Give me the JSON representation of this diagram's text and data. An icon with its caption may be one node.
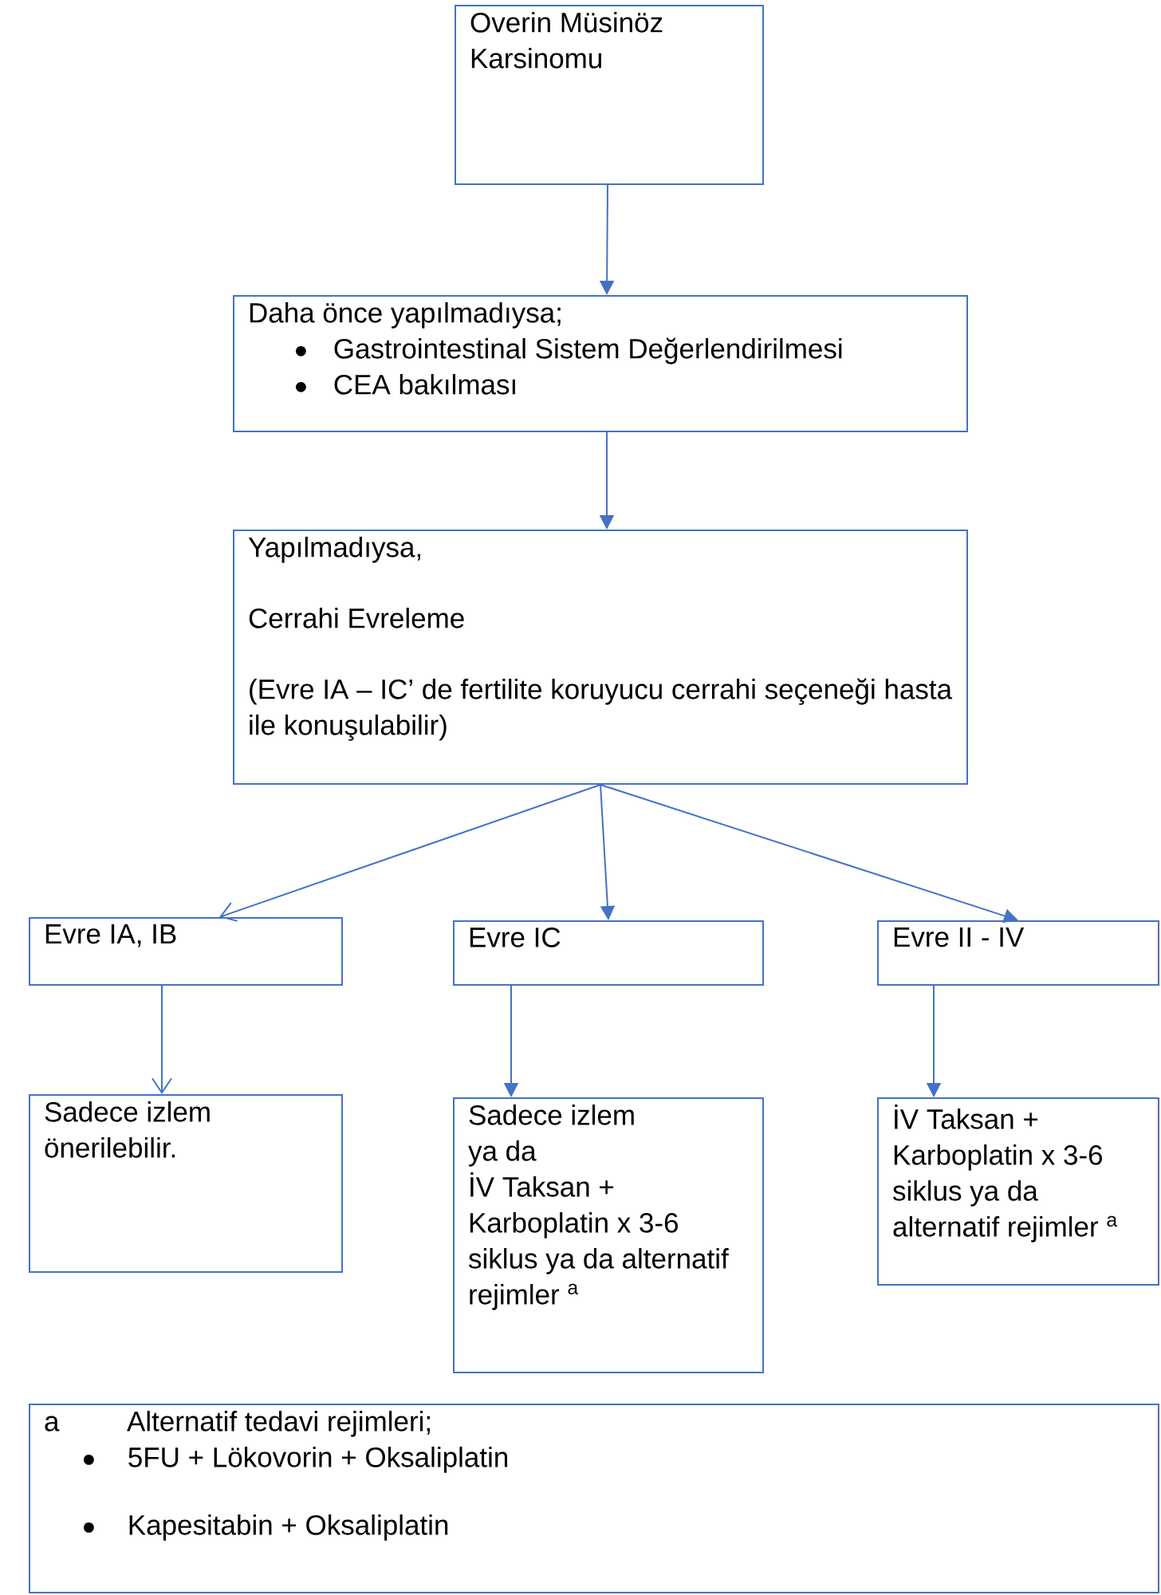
{
  "diagram": {
    "nodes": [
      {
        "text": [
          "Overin Müsinöz Karsinomu"
        ]
      },
      {
        "text": [
          "Daha önce yapılmadıysa;",
          "Gastrointestinal Sistem Değerlendirilmesi",
          "CEA bakılması"
        ]
      },
      {
        "text": [
          "Yapılmadıysa,",
          "Cerrahi Evreleme",
          "(Evre IA – IC’ de fertilite koruyucu cerrahi seçeneği hasta ile konuşulabilir)"
        ]
      },
      {
        "text": [
          "Evre IA, IB"
        ]
      },
      {
        "text": [
          "Evre IC"
        ]
      },
      {
        "text": [
          "Evre II - IV"
        ]
      },
      {
        "text": [
          "Sadece izlem önerilebilir."
        ]
      },
      {
        "text": [
          "Sadece izlem",
          "ya da",
          "İV Taksan + Karboplatin x 3-6 siklus ya da alternatif rejimler $^{a}$"
        ]
      },
      {
        "text": [
          "İV Taksan + Karboplatin x 3-6 siklus ya da alternatif rejimler $^{a}$"
        ]
      },
      {
        "text": [
          "a",
          "Alternatif tedavi rejimleri;",
          "5FU + Lökovorin + Oksaliplatin",
          "Kapesitabin + Oksaliplatin"
        ]
      }
    ],
    "edges": [
      {
        "from": 0,
        "to": 1,
        "arrow": "to"
      },
      {
        "from": 1,
        "to": 2,
        "arrow": "to"
      },
      {
        "from": 2,
        "to": 3,
        "arrow": "to"
      },
      {
        "from": 2,
        "to": 4,
        "arrow": "to"
      },
      {
        "from": 2,
        "to": 5,
        "arrow": "to"
      },
      {
        "from": 3,
        "to": 6,
        "arrow": "to"
      },
      {
        "from": 4,
        "to": 7,
        "arrow": "to"
      },
      {
        "from": 5,
        "to": 8,
        "arrow": "to"
      }
    ]
  }
}
